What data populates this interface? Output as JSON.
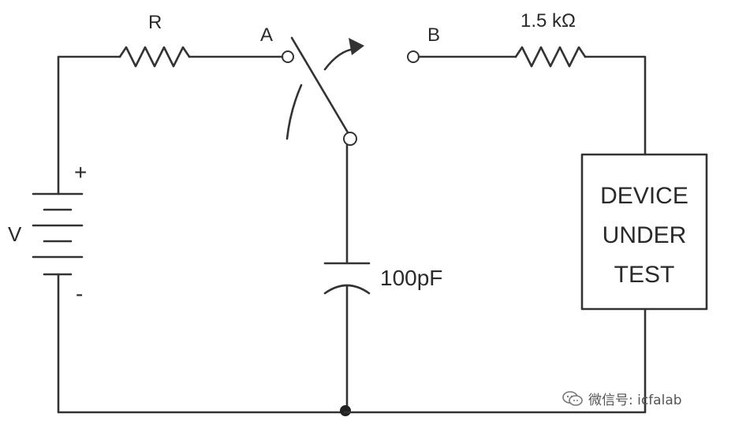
{
  "labels": {
    "resistor_r": "R",
    "resistor_out": "1.5 kΩ",
    "terminal_a": "A",
    "terminal_b": "B",
    "voltage": "V",
    "plus": "+",
    "minus": "-",
    "capacitor": "100pF",
    "dut_line1": "DEVICE",
    "dut_line2": "UNDER",
    "dut_line3": "TEST"
  },
  "watermark": {
    "icon": "wechat-icon",
    "text": "微信号: icfalab"
  },
  "colors": {
    "line": "#333333",
    "background": "#ffffff"
  }
}
